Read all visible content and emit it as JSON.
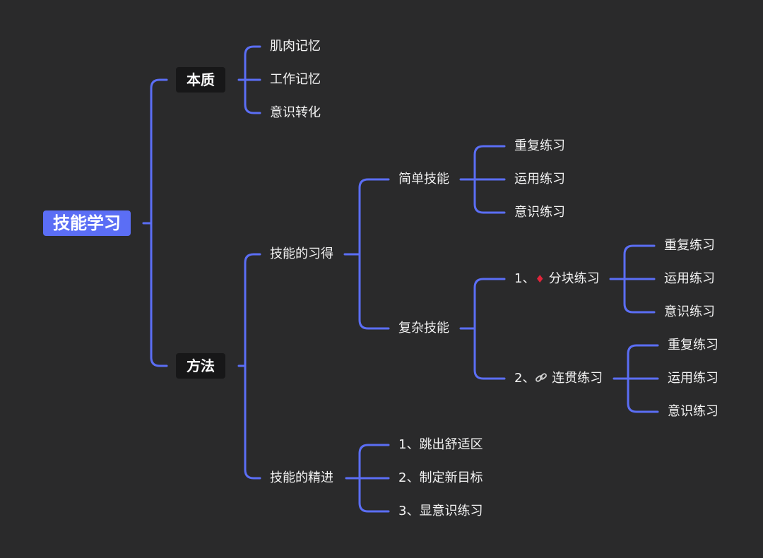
{
  "colors": {
    "background": "#2a2a2b",
    "line": "#5b6ef5",
    "root_fill": "#5b6ef5",
    "level1_fill": "#171718",
    "text": "#f2f2f2"
  },
  "root": "技能学习",
  "essence": {
    "label": "本质",
    "items": [
      "肌肉记忆",
      "工作记忆",
      "意识转化"
    ]
  },
  "method": {
    "label": "方法",
    "acquisition": {
      "label": "技能的习得",
      "simple": {
        "label": "简单技能",
        "items": [
          "重复练习",
          "运用练习",
          "意识练习"
        ]
      },
      "complex": {
        "label": "复杂技能",
        "chunk": {
          "prefix": "1、",
          "icon": "red-diamond-icon",
          "text": "分块练习",
          "items": [
            "重复练习",
            "运用练习",
            "意识练习"
          ]
        },
        "coherent": {
          "prefix": "2、",
          "icon": "link-icon",
          "text": "连贯练习",
          "items": [
            "重复练习",
            "运用练习",
            "意识练习"
          ]
        }
      }
    },
    "refinement": {
      "label": "技能的精进",
      "items": [
        "1、跳出舒适区",
        "2、制定新目标",
        "3、显意识练习"
      ]
    }
  }
}
